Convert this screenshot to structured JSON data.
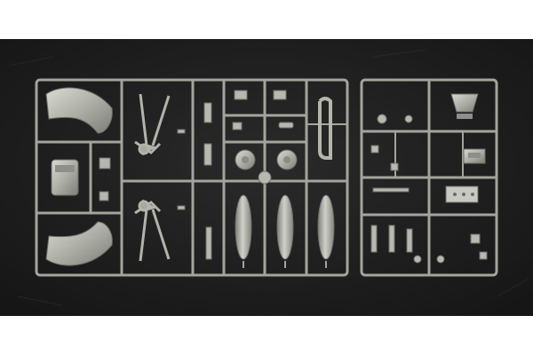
{
  "image": {
    "subject": "",
    "colors": {
      "page_background": "#ffffff",
      "backdrop": "#1f1f1f",
      "plastic": "#a6a89e",
      "plastic_light": "#cfd0c8",
      "plastic_dark": "#6f716a"
    },
    "sprues": [
      {
        "id": "left-sprue",
        "parts": [
          "wing-panel-upper",
          "wing-panel-lower",
          "seat",
          "strut-assembly-upper",
          "strut-assembly-lower",
          "drop-tank-1",
          "drop-tank-2",
          "drop-tank-3",
          "wheel-hub-1",
          "wheel-hub-2",
          "exhaust-pipe"
        ]
      },
      {
        "id": "right-sprue",
        "parts": [
          "bucket-seat",
          "instrument-box",
          "panel-plate",
          "small-fittings"
        ]
      }
    ]
  }
}
